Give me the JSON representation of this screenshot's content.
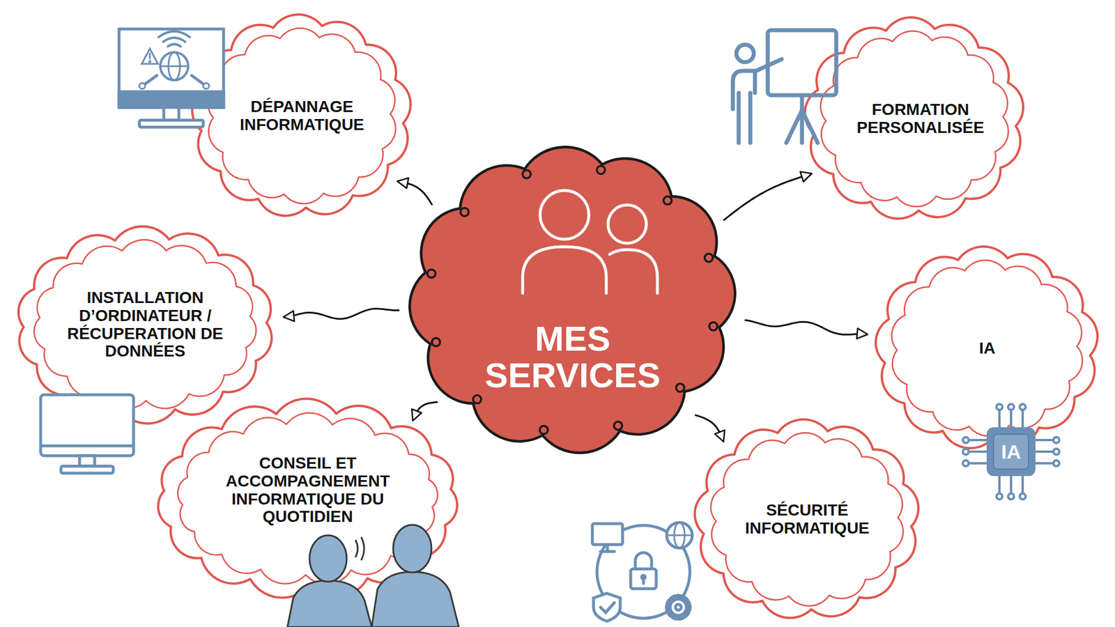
{
  "diagram": {
    "nodes": [
      {
        "text": [
          "MES SERVICES"
        ]
      },
      {
        "text": [
          "DÉPANNAGE INFORMATIQUE"
        ]
      },
      {
        "text": [
          "FORMATION PERSONALISÉE"
        ]
      },
      {
        "text": [
          "INSTALLATION D’ORDINATEUR / RÉCUPERATION DE DONNÉES"
        ]
      },
      {
        "text": [
          "IA"
        ]
      },
      {
        "text": [
          "CONSEIL ET ACCOMPAGNEMENT INFORMATIQUE DU QUOTIDIEN"
        ]
      },
      {
        "text": [
          "SÉCURITÉ INFORMATIQUE"
        ]
      }
    ],
    "edges": [
      {
        "from": 0,
        "to": 1,
        "arrow": "to"
      },
      {
        "from": 0,
        "to": 2,
        "arrow": "to"
      },
      {
        "from": 0,
        "to": 3,
        "arrow": "to"
      },
      {
        "from": 0,
        "to": 4,
        "arrow": "to"
      },
      {
        "from": 0,
        "to": 5,
        "arrow": "to"
      },
      {
        "from": 0,
        "to": 6,
        "arrow": "to"
      }
    ],
    "labels": [
      "IA"
    ]
  }
}
